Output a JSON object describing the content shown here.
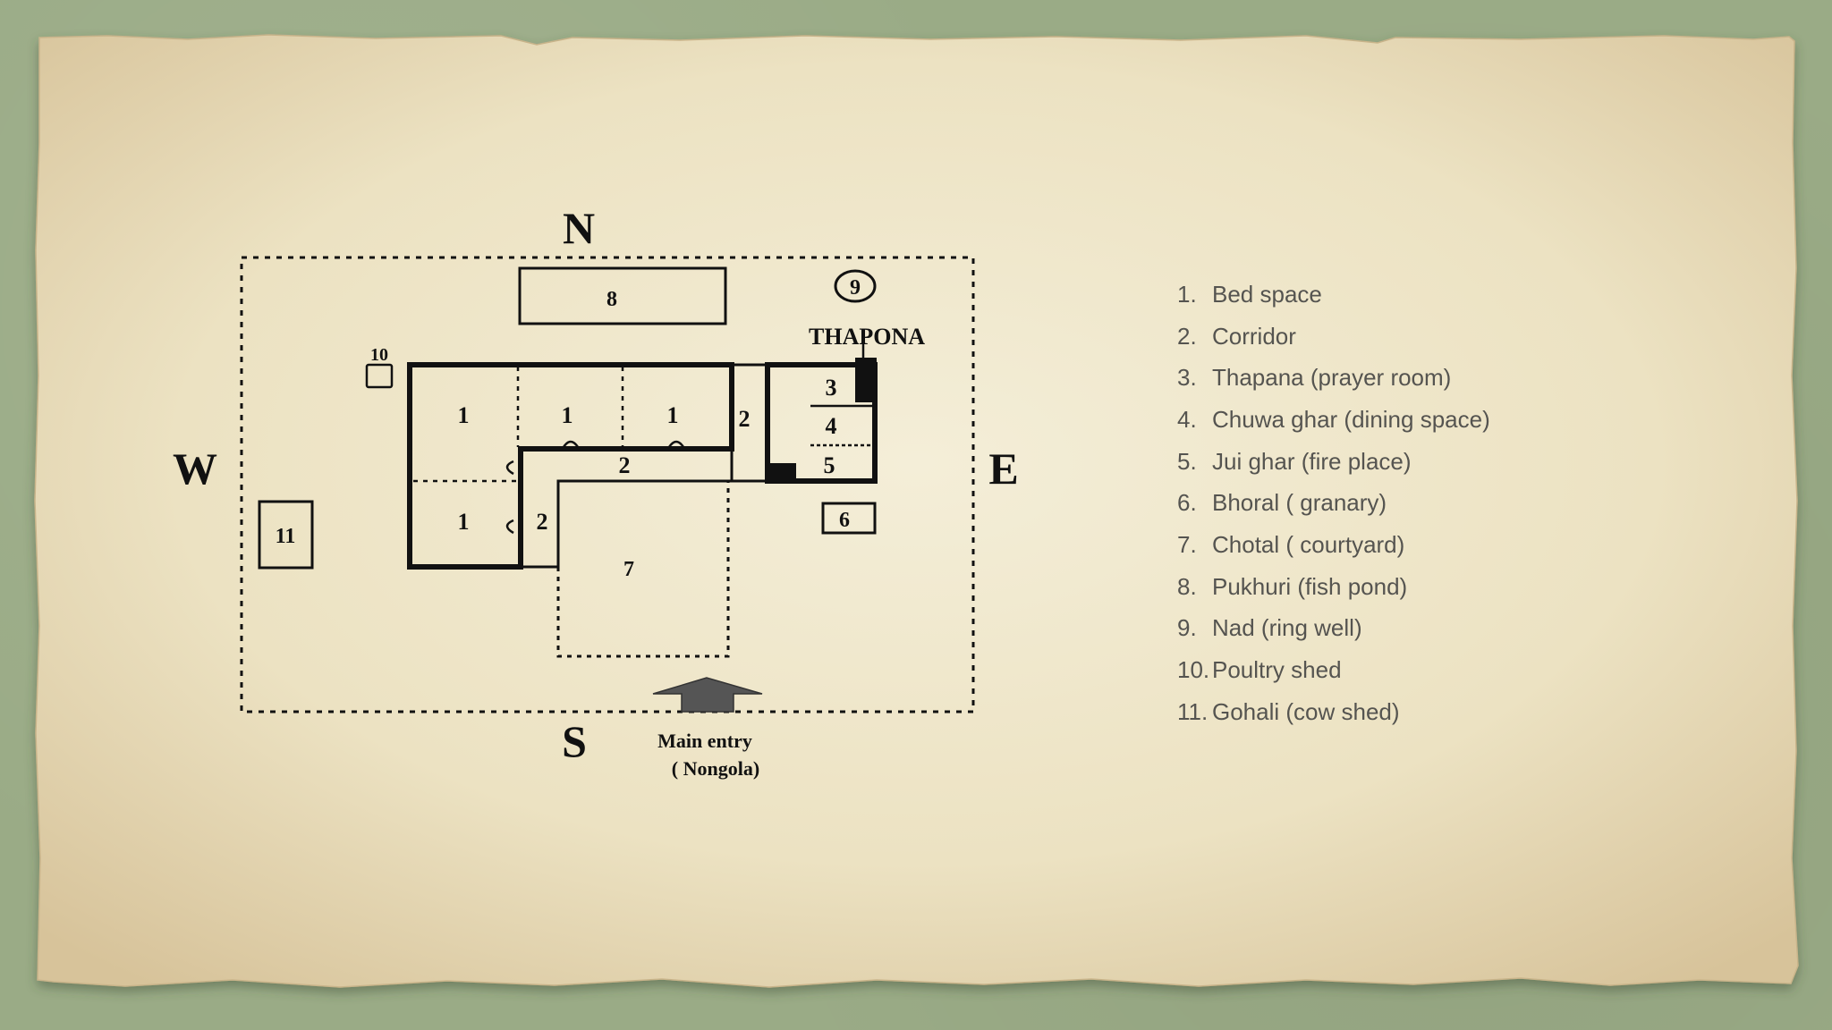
{
  "diagram": {
    "compass": {
      "north": "N",
      "south": "S",
      "east": "E",
      "west": "W"
    },
    "labels": {
      "thapona": "THAPONA",
      "entry_line1": "Main entry",
      "entry_line2": "( Nongola)"
    },
    "room_numbers": {
      "bed_a": "1",
      "bed_b": "1",
      "bed_c": "1",
      "bed_d": "1",
      "corridor_a": "2",
      "corridor_b": "2",
      "corridor_c": "2",
      "thapana": "3",
      "chuwa_ghar": "4",
      "jui_ghar": "5",
      "bhoral": "6",
      "chotal": "7",
      "pukhuri": "8",
      "nad": "9",
      "poultry": "10",
      "gohali": "11"
    }
  },
  "legend": [
    {
      "num": "1.",
      "label": "Bed space"
    },
    {
      "num": "2.",
      "label": "Corridor"
    },
    {
      "num": "3.",
      "label": "Thapana (prayer room)"
    },
    {
      "num": "4.",
      "label": "Chuwa ghar (dining space)"
    },
    {
      "num": "5.",
      "label": "Jui ghar (fire place)"
    },
    {
      "num": "6.",
      "label": "Bhoral ( granary)"
    },
    {
      "num": "7.",
      "label": "Chotal ( courtyard)"
    },
    {
      "num": "8.",
      "label": "Pukhuri (fish pond)"
    },
    {
      "num": "9.",
      "label": "Nad (ring well)"
    },
    {
      "num": "10.",
      "label": "Poultry shed"
    },
    {
      "num": "11.",
      "label": "Gohali (cow shed)"
    }
  ],
  "colors": {
    "background": "#9aab86",
    "paper": "#efe7cc",
    "ink": "#111111",
    "legend_text": "#555450",
    "arrow": "#555555"
  }
}
